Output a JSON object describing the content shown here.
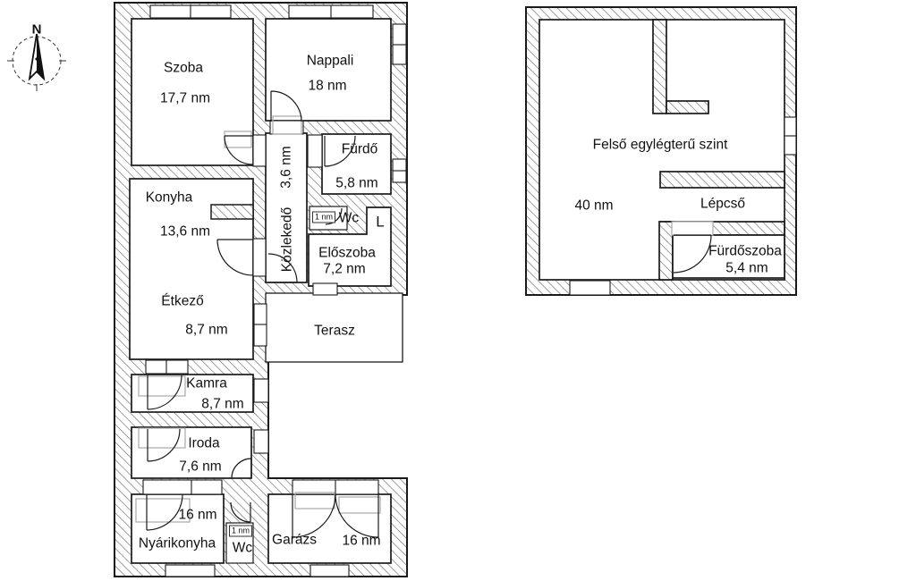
{
  "compass": {
    "north_label": "N"
  },
  "ground_floor": {
    "szoba": {
      "name": "Szoba",
      "area": "17,7 nm"
    },
    "nappali": {
      "name": "Nappali",
      "area": "18 nm"
    },
    "furdo": {
      "name": "Fürdő",
      "area": "5,8 nm"
    },
    "kozlekedo": {
      "name": "Közlekedő",
      "area": "3,6 nm"
    },
    "wc1": {
      "name": "Wc",
      "area": "1 nm"
    },
    "letter_label": "L",
    "eloszoba": {
      "name": "Előszoba",
      "area": "7,2 nm"
    },
    "konyha": {
      "name": "Konyha",
      "area": "13,6 nm"
    },
    "etkezo": {
      "name": "Étkező",
      "area": "8,7 nm"
    },
    "terasz": {
      "name": "Terasz"
    },
    "kamra": {
      "name": "Kamra",
      "area": "8,7 nm"
    },
    "iroda": {
      "name": "Iroda",
      "area": "7,6 nm"
    },
    "nyarikonyha": {
      "name": "Nyárikonyha",
      "area": "16 nm"
    },
    "wc2": {
      "name": "Wc",
      "area": "1 nm"
    },
    "garazs": {
      "name": "Garázs",
      "area": "16 nm"
    }
  },
  "upper_floor": {
    "felso": {
      "name": "Felső egylégterű szint",
      "area": "40 nm"
    },
    "lepcso": {
      "name": "Lépcső"
    },
    "furdoszoba": {
      "name": "Fürdőszoba",
      "area": "5,4 nm"
    }
  },
  "colors": {
    "wall_line": "#1a1a1a",
    "hatch_line": "#6e6e6e",
    "frame_gray": "#a0a0a0"
  }
}
